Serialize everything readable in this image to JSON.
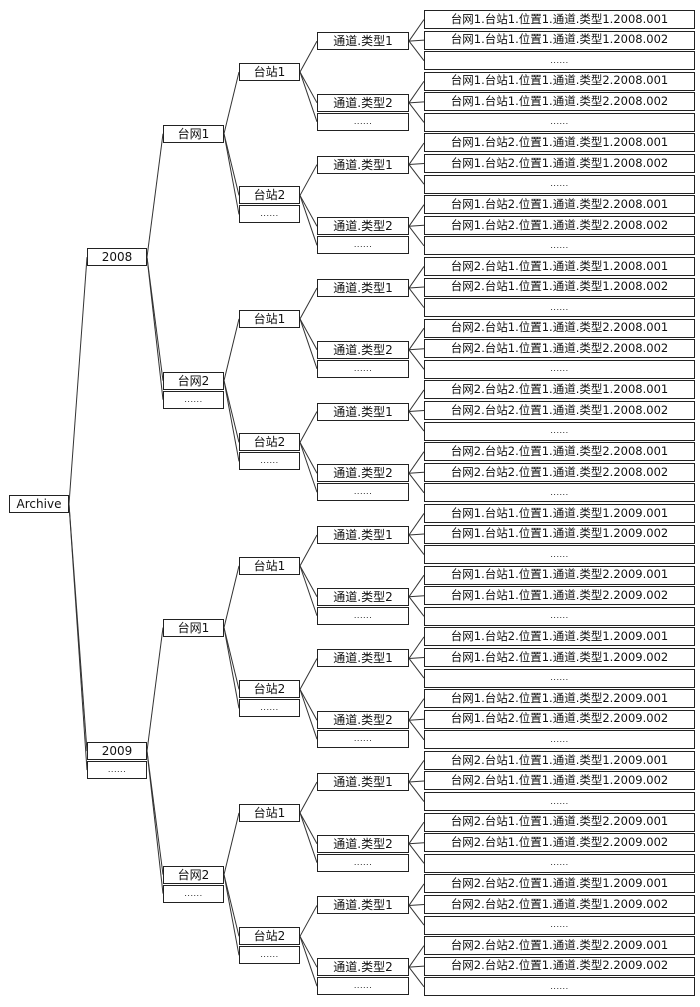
{
  "root": "Archive",
  "more": "......",
  "labels": {
    "channel_type_1": "通道.类型1",
    "channel_type_2": "通道.类型2"
  },
  "tree": [
    {
      "year": "2008",
      "networks": [
        {
          "label": "台网1",
          "stations": [
            {
              "label": "台站1",
              "channels": [
                [
                  "台网1.台站1.位置1.通道.类型1.2008.001",
                  "台网1.台站1.位置1.通道.类型1.2008.002"
                ],
                [
                  "台网1.台站1.位置1.通道.类型2.2008.001",
                  "台网1.台站1.位置1.通道.类型2.2008.002"
                ]
              ]
            },
            {
              "label": "台站2",
              "channels": [
                [
                  "台网1.台站2.位置1.通道.类型1.2008.001",
                  "台网1.台站2.位置1.通道.类型1.2008.002"
                ],
                [
                  "台网1.台站2.位置1.通道.类型2.2008.001",
                  "台网1.台站2.位置1.通道.类型2.2008.002"
                ]
              ]
            }
          ]
        },
        {
          "label": "台网2",
          "stations": [
            {
              "label": "台站1",
              "channels": [
                [
                  "台网2.台站1.位置1.通道.类型1.2008.001",
                  "台网2.台站1.位置1.通道.类型1.2008.002"
                ],
                [
                  "台网2.台站1.位置1.通道.类型2.2008.001",
                  "台网2.台站1.位置1.通道.类型2.2008.002"
                ]
              ]
            },
            {
              "label": "台站2",
              "channels": [
                [
                  "台网2.台站2.位置1.通道.类型1.2008.001",
                  "台网2.台站2.位置1.通道.类型1.2008.002"
                ],
                [
                  "台网2.台站2.位置1.通道.类型2.2008.001",
                  "台网2.台站2.位置1.通道.类型2.2008.002"
                ]
              ]
            }
          ]
        }
      ]
    },
    {
      "year": "2009",
      "networks": [
        {
          "label": "台网1",
          "stations": [
            {
              "label": "台站1",
              "channels": [
                [
                  "台网1.台站1.位置1.通道.类型1.2009.001",
                  "台网1.台站1.位置1.通道.类型1.2009.002"
                ],
                [
                  "台网1.台站1.位置1.通道.类型2.2009.001",
                  "台网1.台站1.位置1.通道.类型2.2009.002"
                ]
              ]
            },
            {
              "label": "台站2",
              "channels": [
                [
                  "台网1.台站2.位置1.通道.类型1.2009.001",
                  "台网1.台站2.位置1.通道.类型1.2009.002"
                ],
                [
                  "台网1.台站2.位置1.通道.类型2.2009.001",
                  "台网1.台站2.位置1.通道.类型2.2009.002"
                ]
              ]
            }
          ]
        },
        {
          "label": "台网2",
          "stations": [
            {
              "label": "台站1",
              "channels": [
                [
                  "台网2.台站1.位置1.通道.类型1.2009.001",
                  "台网2.台站1.位置1.通道.类型1.2009.002"
                ],
                [
                  "台网2.台站1.位置1.通道.类型2.2009.001",
                  "台网2.台站1.位置1.通道.类型2.2009.002"
                ]
              ]
            },
            {
              "label": "台站2",
              "channels": [
                [
                  "台网2.台站2.位置1.通道.类型1.2009.001",
                  "台网2.台站2.位置1.通道.类型1.2009.002"
                ],
                [
                  "台网2.台站2.位置1.通道.类型2.2009.001",
                  "台网2.台站2.位置1.通道.类型2.2009.002"
                ]
              ]
            }
          ]
        }
      ]
    }
  ]
}
